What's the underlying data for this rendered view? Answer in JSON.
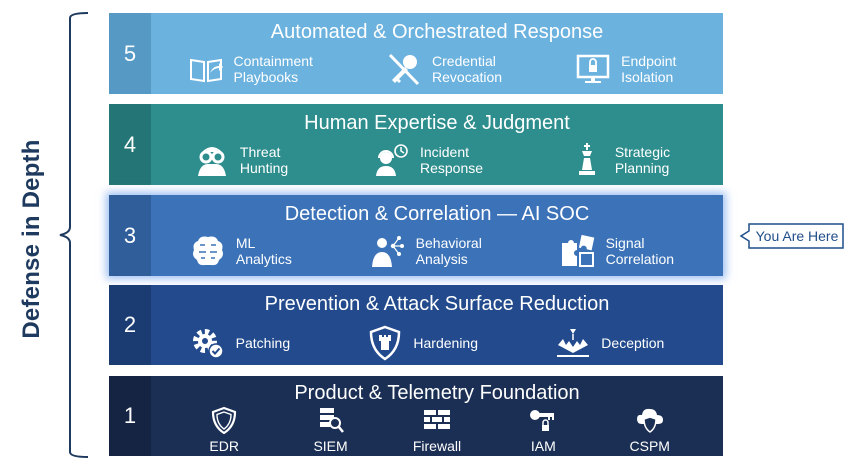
{
  "side_label": "Defense in Depth",
  "callout": {
    "text": "You Are Here",
    "points_to_layer": 3
  },
  "layers": [
    {
      "number": "5",
      "title": "Automated & Orchestrated Response",
      "items": [
        {
          "icon": "open-book-share-icon",
          "label": "Containment\nPlaybooks"
        },
        {
          "icon": "crossed-key-icon",
          "label": "Credential\nRevocation"
        },
        {
          "icon": "monitor-lock-icon",
          "label": "Endpoint\nIsolation"
        }
      ]
    },
    {
      "number": "4",
      "title": "Human Expertise & Judgment",
      "items": [
        {
          "icon": "binoculars-person-icon",
          "label": "Threat\nHunting"
        },
        {
          "icon": "headset-clock-icon",
          "label": "Incident\nResponse"
        },
        {
          "icon": "chess-king-icon",
          "label": "Strategic\nPlanning"
        }
      ]
    },
    {
      "number": "3",
      "title": "Detection & Correlation — AI SOC",
      "items": [
        {
          "icon": "brain-circuit-icon",
          "label": "ML\nAnalytics"
        },
        {
          "icon": "person-network-icon",
          "label": "Behavioral\nAnalysis"
        },
        {
          "icon": "puzzle-icon",
          "label": "Signal\nCorrelation"
        }
      ]
    },
    {
      "number": "2",
      "title": "Prevention & Attack Surface Reduction",
      "items": [
        {
          "icon": "gear-check-icon",
          "label": "Patching"
        },
        {
          "icon": "shield-tower-icon",
          "label": "Hardening"
        },
        {
          "icon": "trap-icon",
          "label": "Deception"
        }
      ]
    },
    {
      "number": "1",
      "title": "Product & Telemetry Foundation",
      "items": [
        {
          "icon": "shield-icon",
          "label": "EDR"
        },
        {
          "icon": "server-search-icon",
          "label": "SIEM"
        },
        {
          "icon": "brick-wall-icon",
          "label": "Firewall"
        },
        {
          "icon": "key-lock-icon",
          "label": "IAM"
        },
        {
          "icon": "cloud-shield-icon",
          "label": "CSPM"
        }
      ]
    }
  ],
  "colors": {
    "layer5": "#6bb2df",
    "layer4": "#2e8d8d",
    "layer3": "#3b72b8",
    "layer2": "#224a8c",
    "layer1": "#1b2f55",
    "accent": "#1f3a5f"
  }
}
